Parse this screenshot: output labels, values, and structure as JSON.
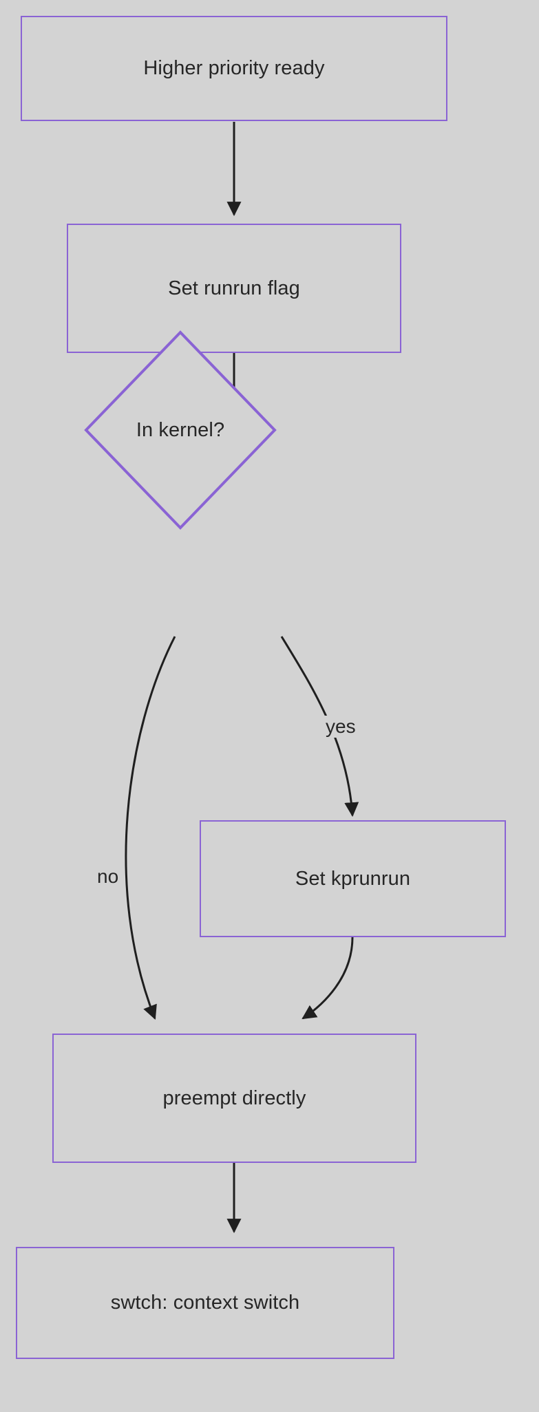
{
  "diagram": {
    "title": "Higher priority ready preemption flow",
    "type": "flowchart",
    "orientation": "top-down",
    "background_color": "#d3d3d3",
    "node_border_color": "#8a63d4",
    "edge_color": "#1f1f1f",
    "text_color": "#262626",
    "nodes": [
      {
        "id": "higher-priority-ready",
        "label": "Higher priority ready",
        "shape": "rectangle"
      },
      {
        "id": "set-runrun-flag",
        "label": "Set runrun flag",
        "shape": "rectangle"
      },
      {
        "id": "in-kernel",
        "label": "In kernel?",
        "shape": "diamond"
      },
      {
        "id": "set-kprunrun",
        "label": "Set kprunrun",
        "shape": "rectangle"
      },
      {
        "id": "preempt-directly",
        "label": "preempt directly",
        "shape": "rectangle"
      },
      {
        "id": "swtch-context-switch",
        "label": "swtch: context switch",
        "shape": "rectangle"
      }
    ],
    "edges": [
      {
        "from": "higher-priority-ready",
        "to": "set-runrun-flag",
        "label": ""
      },
      {
        "from": "set-runrun-flag",
        "to": "in-kernel",
        "label": ""
      },
      {
        "from": "in-kernel",
        "to": "set-kprunrun",
        "label": "yes"
      },
      {
        "from": "in-kernel",
        "to": "preempt-directly",
        "label": "no"
      },
      {
        "from": "set-kprunrun",
        "to": "preempt-directly",
        "label": ""
      },
      {
        "from": "preempt-directly",
        "to": "swtch-context-switch",
        "label": ""
      }
    ],
    "edge_labels": {
      "yes": "yes",
      "no": "no"
    }
  }
}
